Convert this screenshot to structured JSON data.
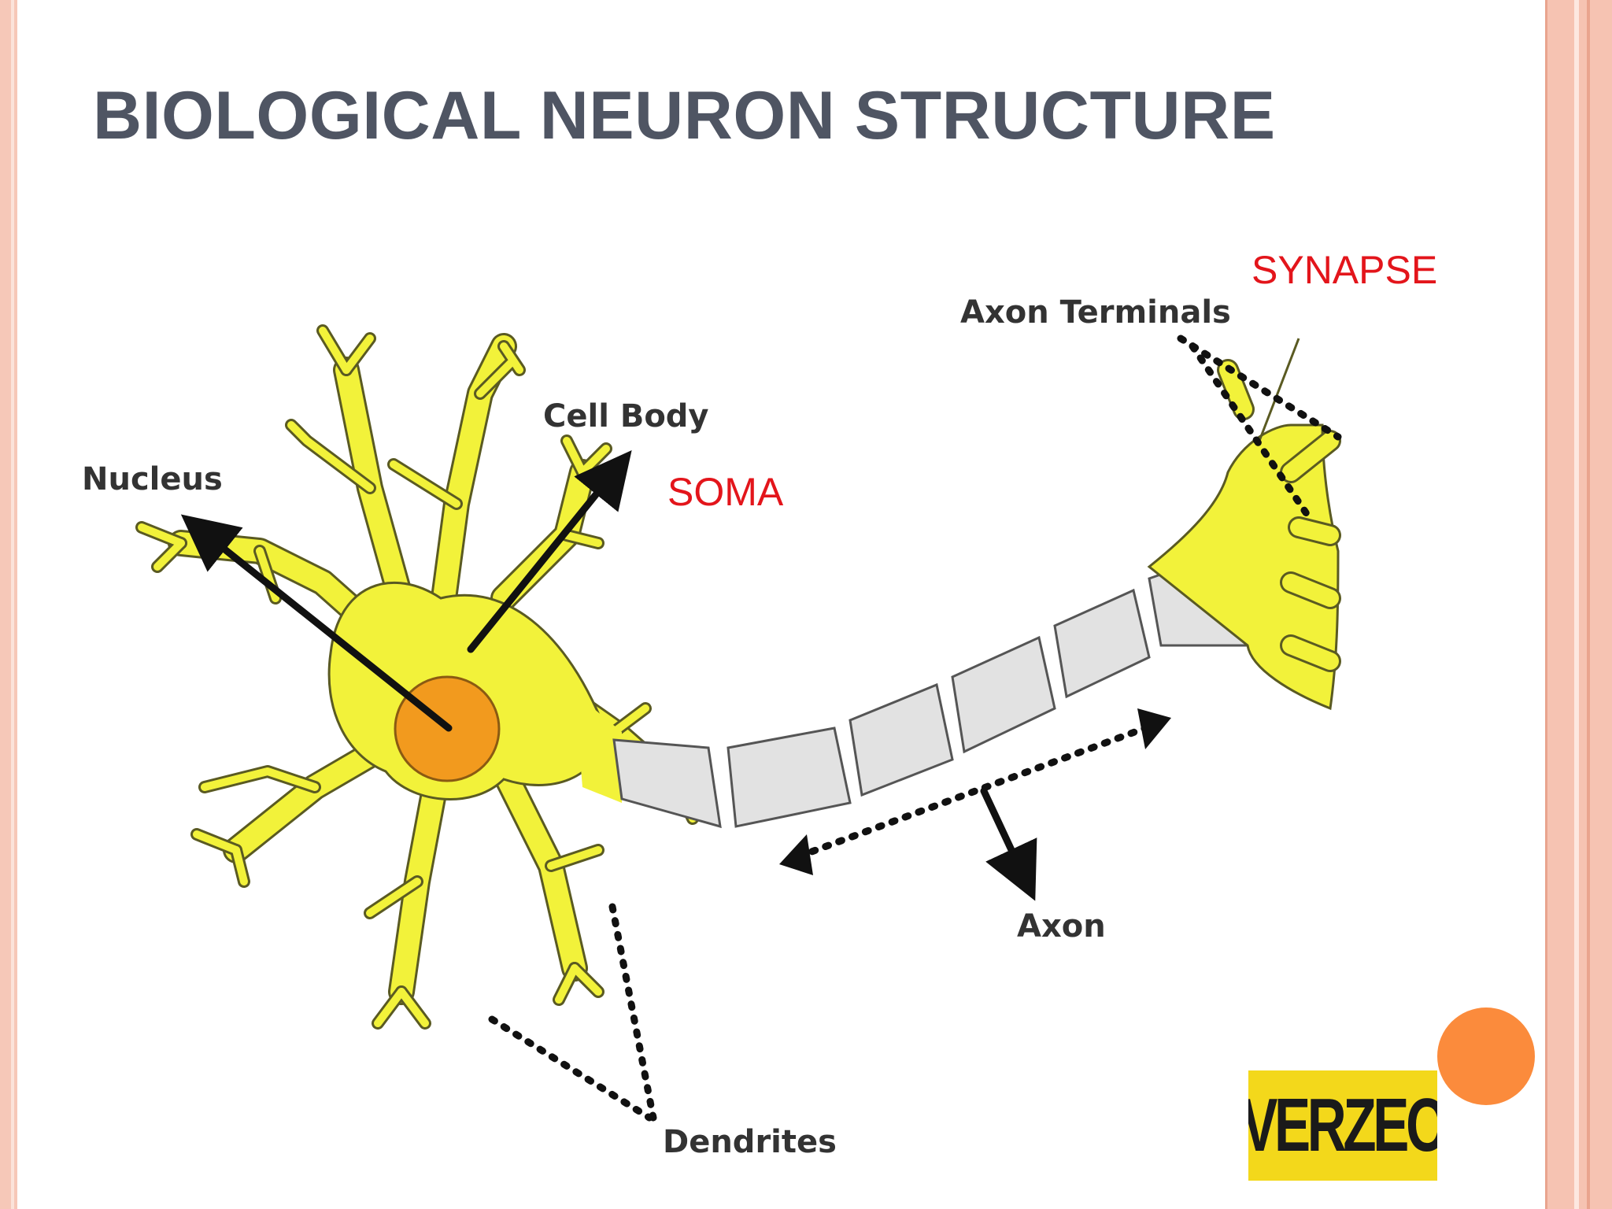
{
  "slide": {
    "title": "BIOLOGICAL NEURON STRUCTURE"
  },
  "diagram": {
    "labels": {
      "nucleus": "Nucleus",
      "cell_body": "Cell Body",
      "axon_terminals": "Axon Terminals",
      "axon": "Axon",
      "dendrites": "Dendrites"
    },
    "annotations": {
      "soma": "SOMA",
      "synapse": "SYNAPSE"
    },
    "colors": {
      "cell": "#f2f23a",
      "cell_outline": "#5a5a22",
      "nucleus": "#f29a1e",
      "myelin": "#e2e2e2",
      "annotation": "#e3151b"
    }
  },
  "logo": {
    "text": "VERZEO",
    "color": "#f3d81b"
  },
  "decoration": {
    "dot_color": "#fb8b3c"
  }
}
